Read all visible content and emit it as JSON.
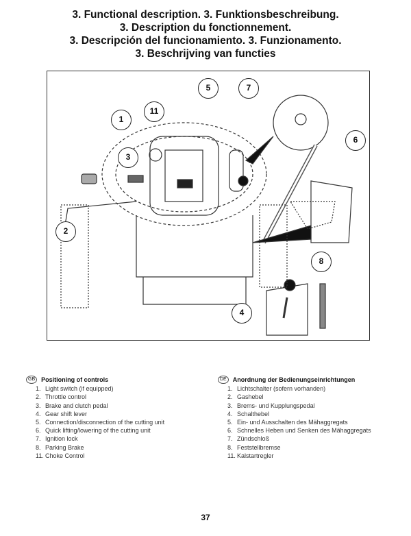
{
  "titles": [
    "3. Functional description.   3. Funktionsbeschreibung.",
    "3. Description du fonctionnement.",
    "3. Descripción del funcionamiento.   3. Funzionamento.",
    "3. Beschrijving van functies"
  ],
  "callouts": [
    "5",
    "7",
    "1",
    "11",
    "6",
    "3",
    "2",
    "8",
    "4"
  ],
  "legend_gb": {
    "badge": "GB",
    "heading": "Positioning of controls",
    "items": [
      {
        "n": "1.",
        "t": "Light switch (if equipped)"
      },
      {
        "n": "2.",
        "t": "Throttle control"
      },
      {
        "n": "3.",
        "t": "Brake and clutch pedal"
      },
      {
        "n": "4.",
        "t": "Gear shift  lever"
      },
      {
        "n": "5.",
        "t": "Connection/disconnection of the cutting unit"
      },
      {
        "n": "6.",
        "t": "Quick lifting/lowering  of the cutting unit"
      },
      {
        "n": "7.",
        "t": "Ignition lock"
      },
      {
        "n": "8.",
        "t": "Parking Brake"
      },
      {
        "n": "11.",
        "t": "Choke Control"
      }
    ]
  },
  "legend_de": {
    "badge": "DE",
    "heading": "Anordnung der Bedienungseinrichtungen",
    "items": [
      {
        "n": "1.",
        "t": "Lichtschalter (sofern vorhanden)"
      },
      {
        "n": "2.",
        "t": "Gashebel"
      },
      {
        "n": "3.",
        "t": "Brems- und Kupplungspedal"
      },
      {
        "n": "4.",
        "t": "Schalthebel"
      },
      {
        "n": "5.",
        "t": "Ein- und Ausschalten des Mähaggregats"
      },
      {
        "n": "6.",
        "t": "Schnelles Heben und Senken des Mähaggregats"
      },
      {
        "n": "7.",
        "t": "Zündschloß"
      },
      {
        "n": "8.",
        "t": "Feststellbremse"
      },
      {
        "n": "11.",
        "t": "Kalstartregler"
      }
    ]
  },
  "page_number": "37"
}
